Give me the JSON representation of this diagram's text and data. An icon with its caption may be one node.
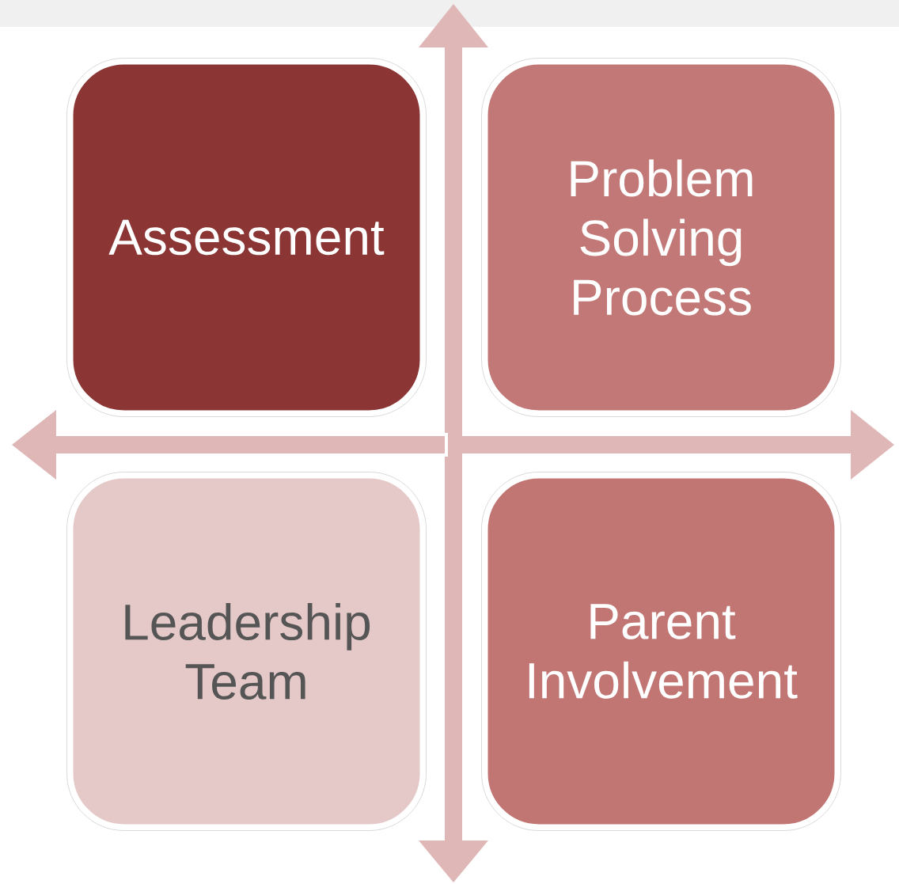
{
  "diagram": {
    "nodes": [
      {
        "text": [
          "Assessment"
        ]
      },
      {
        "text": [
          "Problem Solving Process"
        ]
      },
      {
        "text": [
          "Leadership Team"
        ]
      },
      {
        "text": [
          "Parent Involvement"
        ]
      }
    ]
  }
}
